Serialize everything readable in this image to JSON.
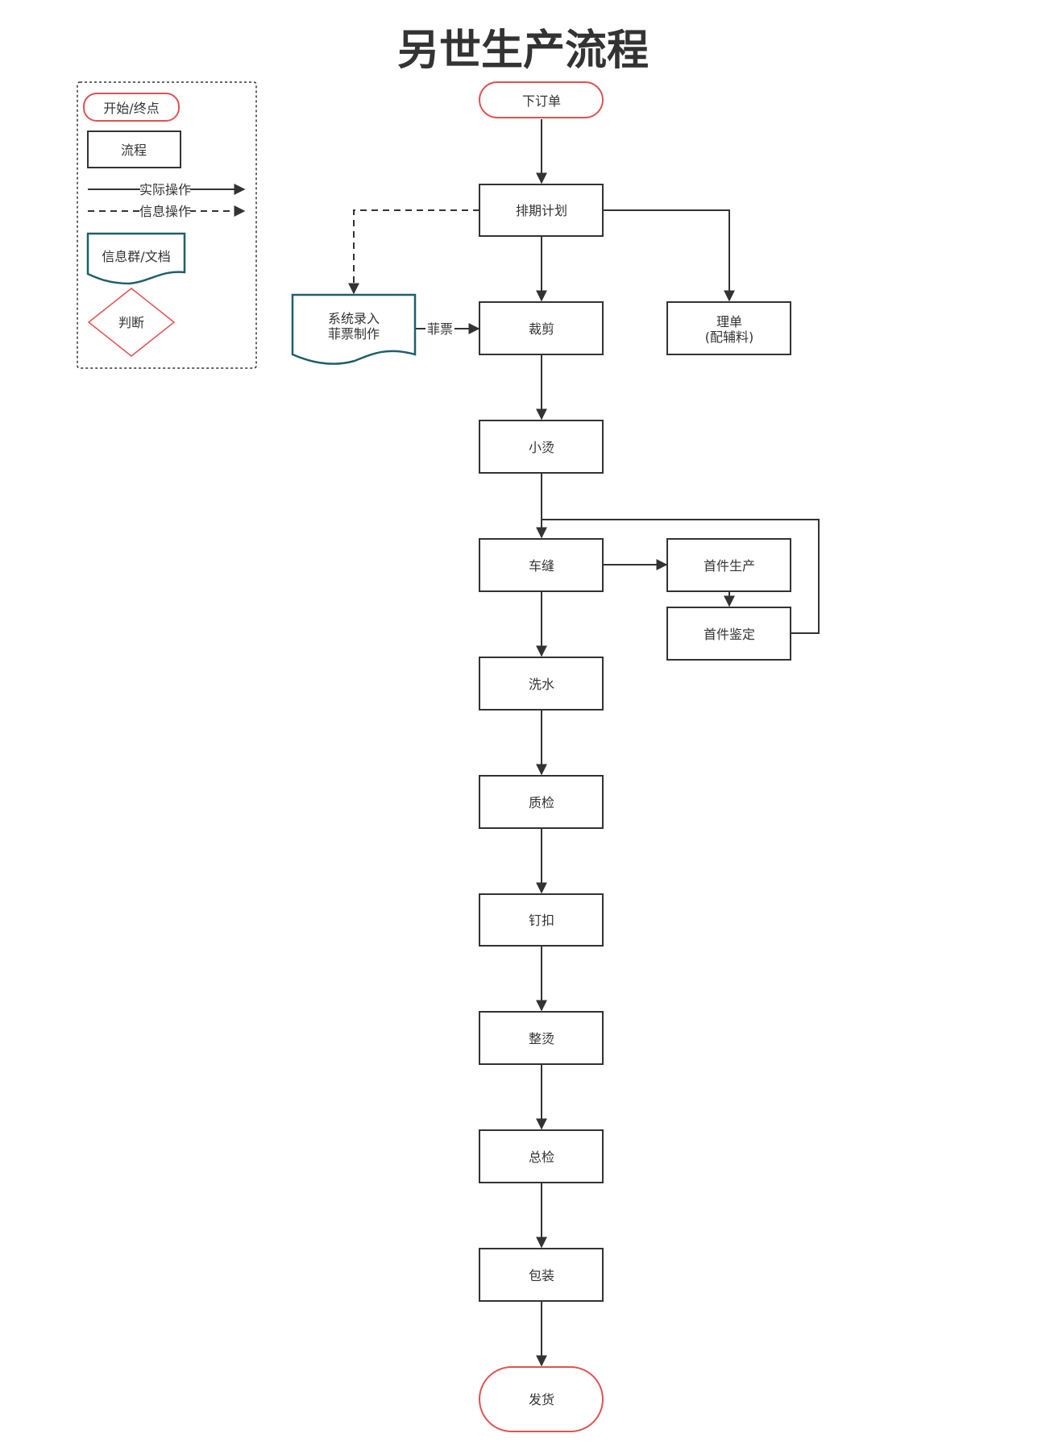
{
  "title": "另世生产流程",
  "legend": {
    "terminal": "开始/终点",
    "process": "流程",
    "actual_op": "实际操作",
    "info_op": "信息操作",
    "document": "信息群/文档",
    "decision": "判断"
  },
  "nodes": {
    "order": "下订单",
    "schedule": "排期计划",
    "system_entry_1": "系统录入",
    "system_entry_2": "菲票制作",
    "cut": "裁剪",
    "sort_1": "理单",
    "sort_2": "(配辅料)",
    "small_iron": "小烫",
    "sew": "车缝",
    "first_prod": "首件生产",
    "first_check": "首件鉴定",
    "wash": "洗水",
    "qc": "质检",
    "button": "钉扣",
    "press": "整烫",
    "final_check": "总检",
    "pack": "包装",
    "ship": "发货"
  },
  "edge_labels": {
    "ticket": "菲票"
  },
  "colors": {
    "terminal_stroke": "#e05252",
    "document_stroke": "#1f5f6b",
    "line": "#333333"
  }
}
